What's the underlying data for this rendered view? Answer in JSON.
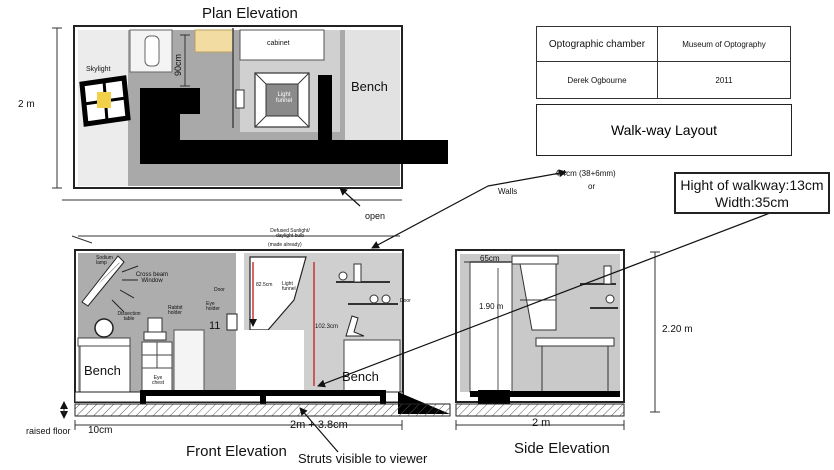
{
  "titles": {
    "plan": "Plan Elevation",
    "front": "Front Elevation",
    "side": "Side Elevation"
  },
  "info_table": {
    "project": "Optographic chamber",
    "venue": "Museum of Optography",
    "author": "Derek Ogbourne",
    "year": "2011"
  },
  "layout_box": "Walk-way Layout",
  "walkway_box": {
    "line1": "Hight of walkway:13cm",
    "line2": "Width:35cm"
  },
  "plan_labels": {
    "height": "2 m",
    "skylight": "Skylight",
    "depth_90": "90cm",
    "cabinet": "cabinet",
    "light_funnel": "Light funnel",
    "bench": "Bench",
    "open": "open",
    "walls_note": "4.4cm (38+6mm)",
    "walls_or": "or",
    "walls": "Walls"
  },
  "front_labels": {
    "sodium_lamp": "Sodium lamp",
    "cross_beam": "Cross beam Window",
    "dissection": "Dissection table",
    "rabbit": "Rabbit holder",
    "eye_holder": "Eye holder",
    "door": "Door",
    "defused": "Defused Sunlight/ daylight bulb",
    "made_already": "(made already)",
    "d825": "82.5cm",
    "light_funnel": "Light funnel",
    "d1023": "102.3cm",
    "right_door": "Door",
    "bench_left": "Bench",
    "eye_chest": "Eye chest",
    "bench_right": "Bench",
    "eleven": "11",
    "raised_floor": "raised floor",
    "ten_cm": "10cm",
    "width": "2m + 3.8cm",
    "struts": "Struts visible to viewer"
  },
  "side_labels": {
    "w65": "65cm",
    "h190": "1.90 m",
    "h220": "2.20 m",
    "w2": "2 m"
  }
}
